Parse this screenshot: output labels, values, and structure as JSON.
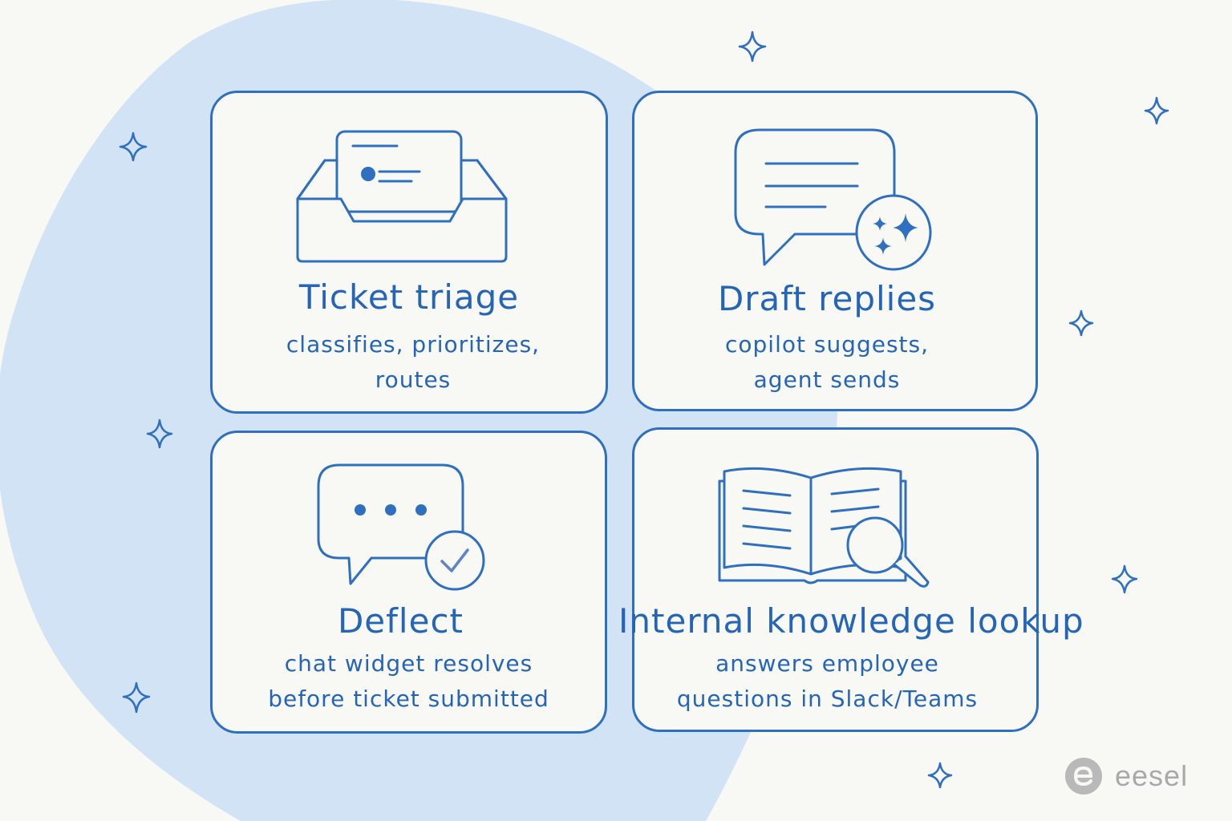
{
  "cards": [
    {
      "title": "Ticket triage",
      "desc": [
        "classifies, prioritizes,",
        "routes"
      ],
      "icon": "inbox-tray-icon"
    },
    {
      "title": "Draft replies",
      "desc": [
        "copilot suggests,",
        "agent sends"
      ],
      "icon": "chat-sparkle-icon"
    },
    {
      "title": "Deflect",
      "desc": [
        "chat widget resolves",
        "before ticket submitted"
      ],
      "icon": "chat-check-icon"
    },
    {
      "title": "Internal knowledge lookup",
      "desc": [
        "answers employee",
        "questions in Slack/Teams"
      ],
      "icon": "book-search-icon"
    }
  ],
  "logo": {
    "text": "eesel",
    "icon": "eesel-logo-icon"
  },
  "colors": {
    "accent": "#2f6fc0",
    "text": "#2565b8",
    "blob": "#d2e3f5",
    "background": "#f8f8f5",
    "logo": "#b0b0b0"
  }
}
